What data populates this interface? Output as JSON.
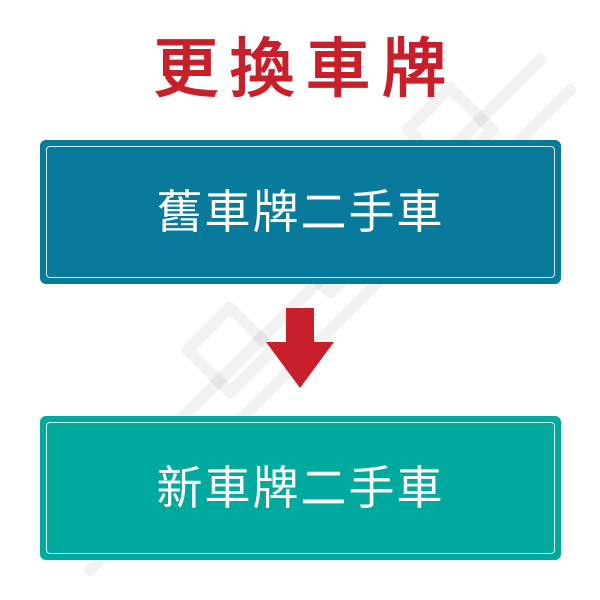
{
  "title": "更換車牌",
  "old_plate": {
    "label": "舊車牌二手車"
  },
  "new_plate": {
    "label": "新車牌二手車"
  },
  "colors": {
    "title": "#c8202a",
    "old_panel": "#087b9d",
    "new_panel": "#00a99d",
    "arrow": "#c8202a"
  }
}
